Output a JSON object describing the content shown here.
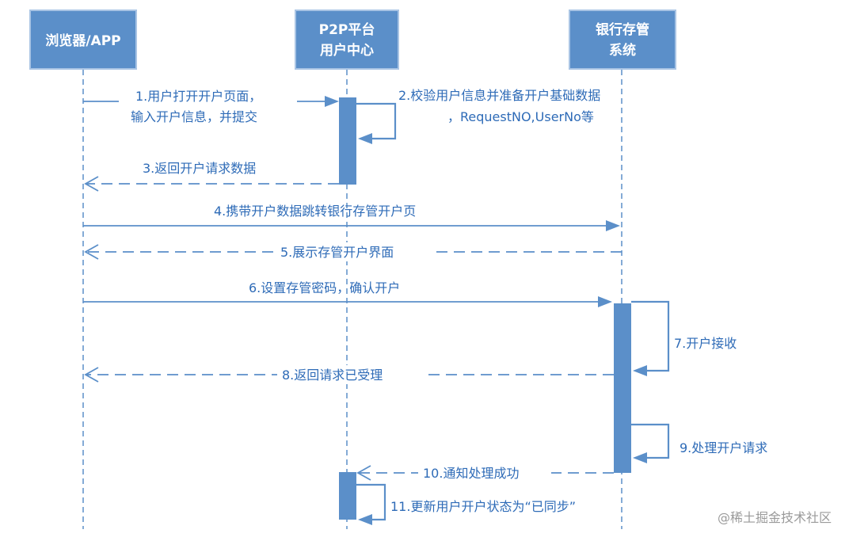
{
  "actors": [
    {
      "id": "browser",
      "lines": [
        "浏览器/APP"
      ]
    },
    {
      "id": "p2p",
      "lines": [
        "P2P平台",
        "用户中心"
      ]
    },
    {
      "id": "bank",
      "lines": [
        "银行存管",
        "系统"
      ]
    }
  ],
  "messages": [
    {
      "num": 1,
      "lines": [
        "1.用户打开开户页面，",
        "输入开户信息，并提交"
      ]
    },
    {
      "num": 2,
      "lines": [
        "2.校验用户信息并准备开户基础数据",
        "，RequestNO,UserNo等"
      ]
    },
    {
      "num": 3,
      "lines": [
        "3.返回开户请求数据"
      ]
    },
    {
      "num": 4,
      "lines": [
        "4.携带开户数据跳转银行存管开户页"
      ]
    },
    {
      "num": 5,
      "lines": [
        "5.展示存管开户界面"
      ]
    },
    {
      "num": 6,
      "lines": [
        "6.设置存管密码，确认开户"
      ]
    },
    {
      "num": 7,
      "lines": [
        "7.开户接收"
      ]
    },
    {
      "num": 8,
      "lines": [
        "8.返回请求已受理"
      ]
    },
    {
      "num": 9,
      "lines": [
        "9.处理开户请求"
      ]
    },
    {
      "num": 10,
      "lines": [
        "10.通知处理成功"
      ]
    },
    {
      "num": 11,
      "lines": [
        "11.更新用户开户状态为“已同步”"
      ]
    }
  ],
  "colors": {
    "primary": "#5b8fc9",
    "label": "#2e6bb7",
    "watermark": "#9a9a9a"
  },
  "watermark": "@稀土掘金技术社区"
}
